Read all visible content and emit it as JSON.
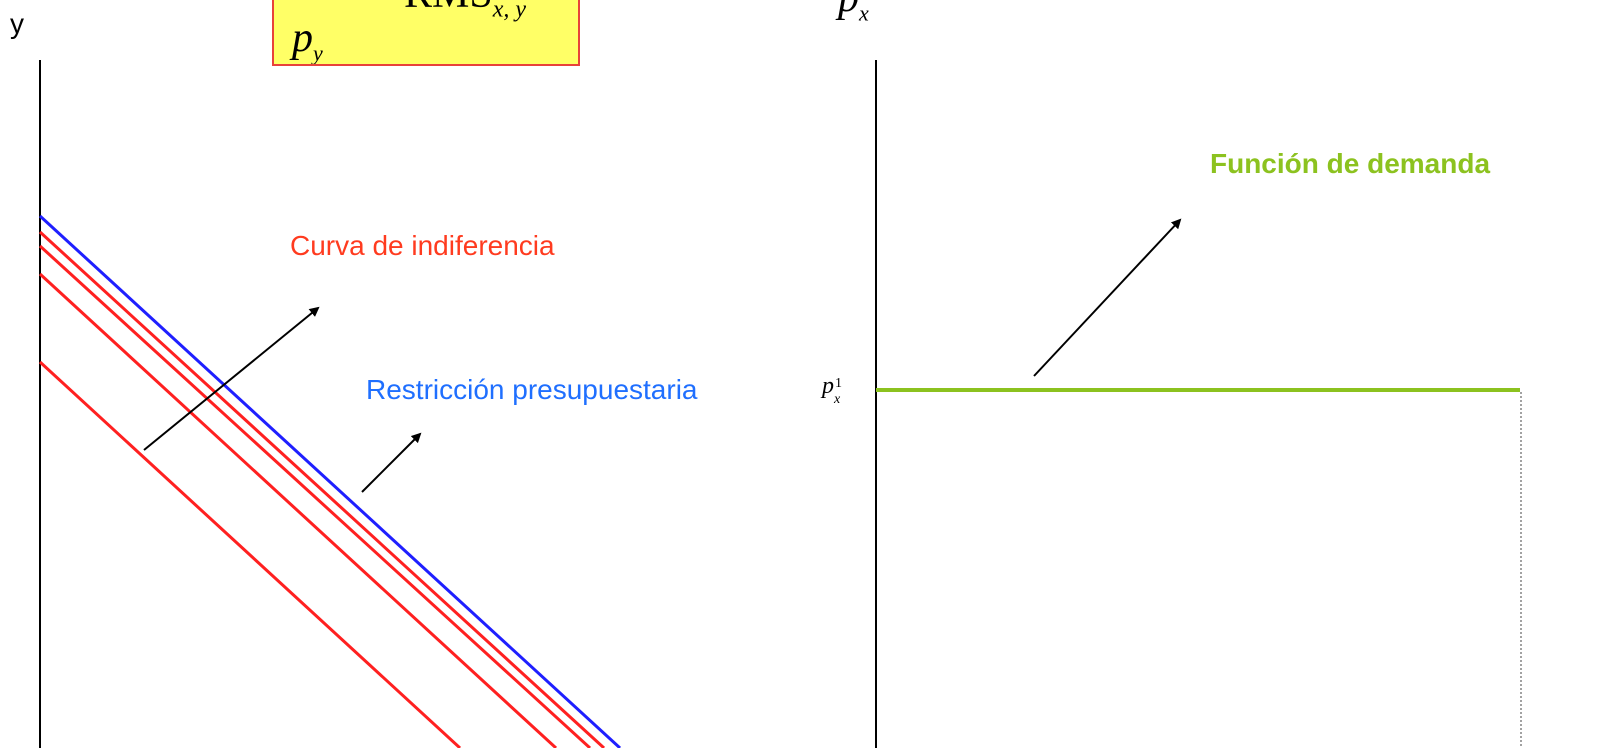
{
  "left_panel": {
    "y_axis_label": "y",
    "formula": {
      "numerator_variable": "p",
      "numerator_subscript": "y",
      "rhs_text": "RMS",
      "rhs_subscript": "x, y"
    },
    "indifference_label": "Curva de indiferencia",
    "budget_label": "Restricción presupuestaria"
  },
  "right_panel": {
    "top_label_variable": "p",
    "top_label_subscript": "x",
    "price_label_variable": "p",
    "price_label_subscript": "x",
    "price_label_superscript": "1",
    "demand_label": "Función de demanda"
  },
  "colors": {
    "indifference": "#ff2020",
    "budget": "#1f1fff",
    "demand": "#8cc21f",
    "budget_text": "#1f6fff",
    "indifference_text": "#ff3b1f",
    "formula_bg": "#ffff66",
    "formula_border": "#e8423a"
  }
}
